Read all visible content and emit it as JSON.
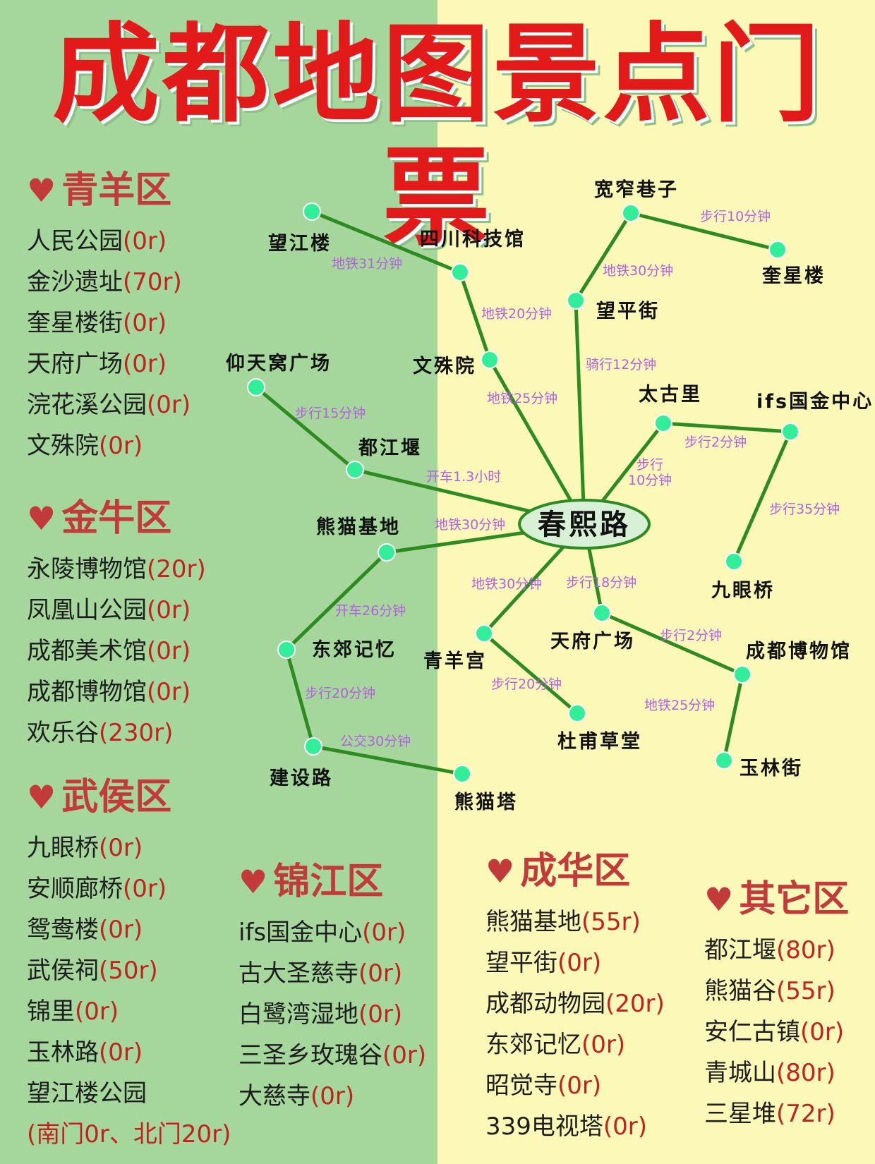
{
  "title": "成都地图景点门票",
  "colors": {
    "left_bg": "#a5d79c",
    "right_bg": "#fbf8b8",
    "title": "#e21a1a",
    "district": "#c33a3a",
    "price": "#c32020",
    "line": "#2e8b22",
    "node": "#33ee99",
    "edge_label": "#b45fe0"
  },
  "districts": [
    {
      "name": "青羊区",
      "icon": "heart-icon",
      "spots": [
        {
          "name": "人民公园",
          "price": "(0r)"
        },
        {
          "name": "金沙遗址",
          "price": "(70r)"
        },
        {
          "name": "奎星楼街",
          "price": "(0r)"
        },
        {
          "name": "天府广场",
          "price": "(0r)"
        },
        {
          "name": "浣花溪公园",
          "price": "(0r)"
        },
        {
          "name": "文殊院",
          "price": "(0r)"
        }
      ]
    },
    {
      "name": "金牛区",
      "icon": "heart-icon",
      "spots": [
        {
          "name": "永陵博物馆",
          "price": "(20r)"
        },
        {
          "name": "凤凰山公园",
          "price": "(0r)"
        },
        {
          "name": "成都美术馆",
          "price": "(0r)"
        },
        {
          "name": "成都博物馆",
          "price": "(0r)"
        },
        {
          "name": "欢乐谷",
          "price": "(230r)"
        }
      ]
    },
    {
      "name": "武侯区",
      "icon": "heart-icon",
      "spots": [
        {
          "name": "九眼桥",
          "price": "(0r)"
        },
        {
          "name": "安顺廊桥",
          "price": "(0r)"
        },
        {
          "name": "鸳鸯楼",
          "price": "(0r)"
        },
        {
          "name": "武侯祠",
          "price": "(50r)"
        },
        {
          "name": "锦里",
          "price": "(0r)"
        },
        {
          "name": "玉林路",
          "price": "(0r)"
        },
        {
          "name": "望江楼公园",
          "price": ""
        }
      ],
      "note": "(南门0r、北门20r)"
    },
    {
      "name": "锦江区",
      "icon": "heart-icon",
      "spots": [
        {
          "name": "ifs国金中心",
          "price": "(0r)"
        },
        {
          "name": "古大圣慈寺",
          "price": "(0r)"
        },
        {
          "name": "白鹭湾湿地",
          "price": "(0r)"
        },
        {
          "name": "三圣乡玫瑰谷",
          "price": "(0r)"
        },
        {
          "name": "大慈寺",
          "price": "(0r)"
        }
      ]
    },
    {
      "name": "成华区",
      "icon": "heart-icon",
      "spots": [
        {
          "name": "熊猫基地",
          "price": "(55r)"
        },
        {
          "name": "望平街",
          "price": "(0r)"
        },
        {
          "name": "成都动物园",
          "price": "(20r)"
        },
        {
          "name": "东郊记忆",
          "price": "(0r)"
        },
        {
          "name": "昭觉寺",
          "price": "(0r)"
        },
        {
          "name": "339电视塔",
          "price": "(0r)"
        }
      ]
    },
    {
      "name": "其它区",
      "icon": "heart-icon",
      "spots": [
        {
          "name": "都江堰",
          "price": "(80r)"
        },
        {
          "name": "熊猫谷",
          "price": "(55r)"
        },
        {
          "name": "安仁古镇",
          "price": "(0r)"
        },
        {
          "name": "青城山",
          "price": "(80r)"
        },
        {
          "name": "三星堆",
          "price": "(72r)"
        }
      ]
    }
  ],
  "map": {
    "hub": {
      "id": "chunxi",
      "label": "春熙路"
    },
    "stations": [
      {
        "id": "wangjianglou",
        "label": "望江楼"
      },
      {
        "id": "sichuankejiguan",
        "label": "四川科技馆"
      },
      {
        "id": "wenshuyuan",
        "label": "文殊院"
      },
      {
        "id": "kuanzhaixiangzi",
        "label": "宽窄巷子"
      },
      {
        "id": "kuixinglou",
        "label": "奎星楼"
      },
      {
        "id": "wangpingjie",
        "label": "望平街"
      },
      {
        "id": "yangtianwo",
        "label": "仰天窝广场"
      },
      {
        "id": "dujiangyan",
        "label": "都江堰"
      },
      {
        "id": "taiguli",
        "label": "太古里"
      },
      {
        "id": "ifs",
        "label": "ifs国金中心"
      },
      {
        "id": "jiuyanqiao",
        "label": "九眼桥"
      },
      {
        "id": "xiongmaojidi",
        "label": "熊猫基地"
      },
      {
        "id": "dongjiaojiyi",
        "label": "东郊记忆"
      },
      {
        "id": "jianshelu",
        "label": "建设路"
      },
      {
        "id": "xiongmaota",
        "label": "熊猫塔"
      },
      {
        "id": "qingyanggong",
        "label": "青羊宫"
      },
      {
        "id": "dufucaotang",
        "label": "杜甫草堂"
      },
      {
        "id": "tianfuguangchang",
        "label": "天府广场"
      },
      {
        "id": "chengdubowuguan",
        "label": "成都博物馆"
      },
      {
        "id": "yulinjie",
        "label": "玉林街"
      }
    ],
    "edges": [
      {
        "from": "wangjianglou",
        "to": "sichuankejiguan",
        "label": "地铁31分钟"
      },
      {
        "from": "sichuankejiguan",
        "to": "wenshuyuan",
        "label": "地铁20分钟"
      },
      {
        "from": "wenshuyuan",
        "to": "chunxi",
        "label": "地铁25分钟"
      },
      {
        "from": "kuanzhaixiangzi",
        "to": "kuixinglou",
        "label": "步行10分钟"
      },
      {
        "from": "kuanzhaixiangzi",
        "to": "wangpingjie",
        "label": "地铁30分钟"
      },
      {
        "from": "wangpingjie",
        "to": "chunxi",
        "label": "骑行12分钟"
      },
      {
        "from": "yangtianwo",
        "to": "dujiangyan",
        "label": "步行15分钟"
      },
      {
        "from": "dujiangyan",
        "to": "chunxi",
        "label": "开车1.3小时"
      },
      {
        "from": "taiguli",
        "to": "ifs",
        "label": "步行2分钟"
      },
      {
        "from": "taiguli",
        "to": "chunxi",
        "label": "步行 10分钟"
      },
      {
        "from": "ifs",
        "to": "jiuyanqiao",
        "label": "步行35分钟"
      },
      {
        "from": "xiongmaojidi",
        "to": "chunxi",
        "label": "地铁30分钟"
      },
      {
        "from": "xiongmaojidi",
        "to": "dongjiaojiyi",
        "label": "开车26分钟"
      },
      {
        "from": "dongjiaojiyi",
        "to": "jianshelu",
        "label": "步行20分钟"
      },
      {
        "from": "jianshelu",
        "to": "xiongmaota",
        "label": "公交30分钟"
      },
      {
        "from": "qingyanggong",
        "to": "chunxi",
        "label": "地铁30分钟"
      },
      {
        "from": "qingyanggong",
        "to": "dufucaotang",
        "label": "步行20分钟"
      },
      {
        "from": "tianfuguangchang",
        "to": "chunxi",
        "label": "步行18分钟"
      },
      {
        "from": "tianfuguangchang",
        "to": "chengdubowuguan",
        "label": "步行2分钟"
      },
      {
        "from": "chengdubowuguan",
        "to": "yulinjie",
        "label": "地铁25分钟"
      }
    ]
  }
}
